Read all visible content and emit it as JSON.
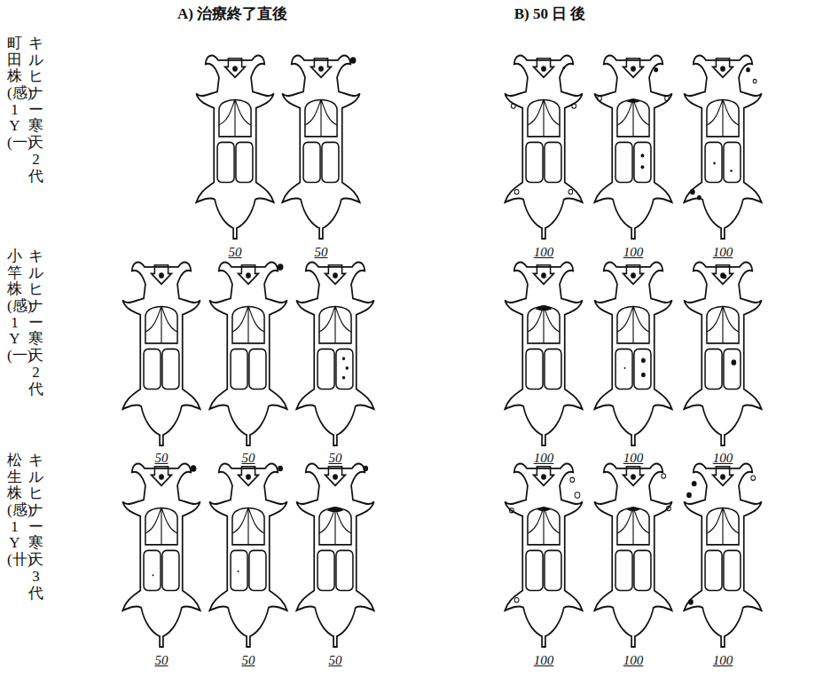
{
  "diagram": {
    "labels": [
      "A) 治療終了直後",
      "B) 50 日 後",
      "町田株(感)1Y(一)",
      "キルヒナー寒天2代",
      "小竿株(感)1Y(一)",
      "キルヒナー寒天2代",
      "松生株(感)1Y(卄)",
      "キルヒナー寒天3代",
      "50",
      "50",
      "100",
      "100",
      "100",
      "50",
      "50",
      "50",
      "100",
      "100",
      "100",
      "50",
      "50",
      "50",
      "100",
      "100",
      "100"
    ]
  }
}
